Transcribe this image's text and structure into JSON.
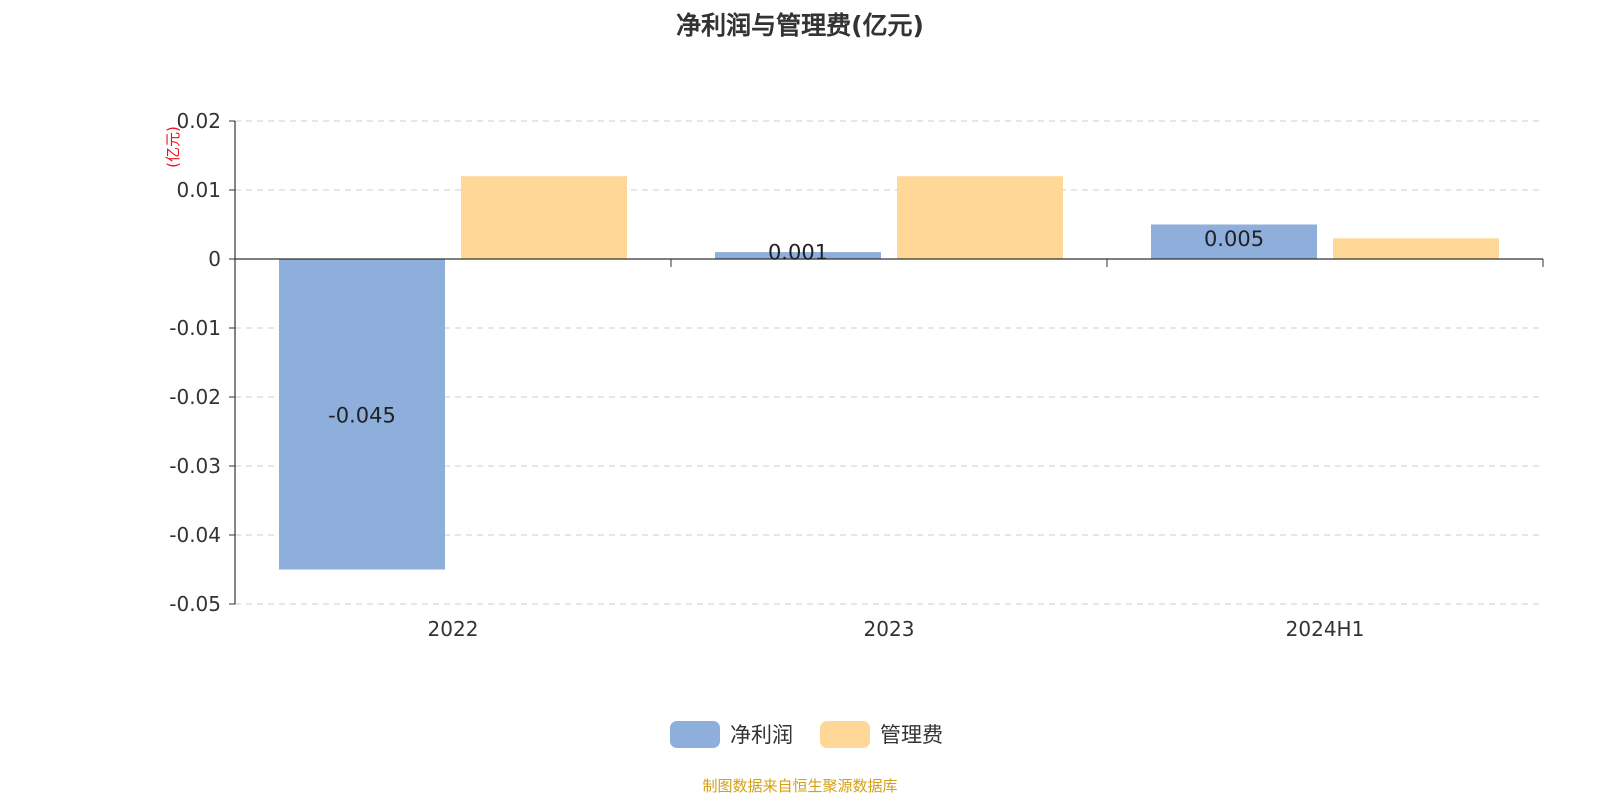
{
  "chart_data": {
    "type": "bar",
    "title": "净利润与管理费(亿元)",
    "ylabel": "(亿元)",
    "xlabel": "",
    "categories": [
      "2022",
      "2023",
      "2024H1"
    ],
    "series": [
      {
        "name": "净利润",
        "values": [
          -0.045,
          0.001,
          0.005
        ],
        "labels": [
          "-0.045",
          "0.001",
          "0.005"
        ],
        "color": "#8eaedb",
        "show_labels": true
      },
      {
        "name": "管理费",
        "values": [
          0.012,
          0.012,
          0.003
        ],
        "labels": [
          "",
          "",
          ""
        ],
        "color": "#ffd898",
        "show_labels": false
      }
    ],
    "ylim": [
      -0.05,
      0.02
    ],
    "yticks": [
      0.02,
      0.01,
      0,
      -0.01,
      -0.02,
      -0.03,
      -0.04,
      -0.05
    ],
    "ytick_labels": [
      "0.02",
      "0.01",
      "0",
      "-0.01",
      "-0.02",
      "-0.03",
      "-0.04",
      "-0.05"
    ],
    "grid": true,
    "legend_position": "bottom-center"
  },
  "colors": {
    "unit_label": "#e8131b",
    "source": "#d4a017",
    "grid": "#cccccc",
    "axis": "#333333"
  },
  "source_note": "制图数据来自恒生聚源数据库"
}
